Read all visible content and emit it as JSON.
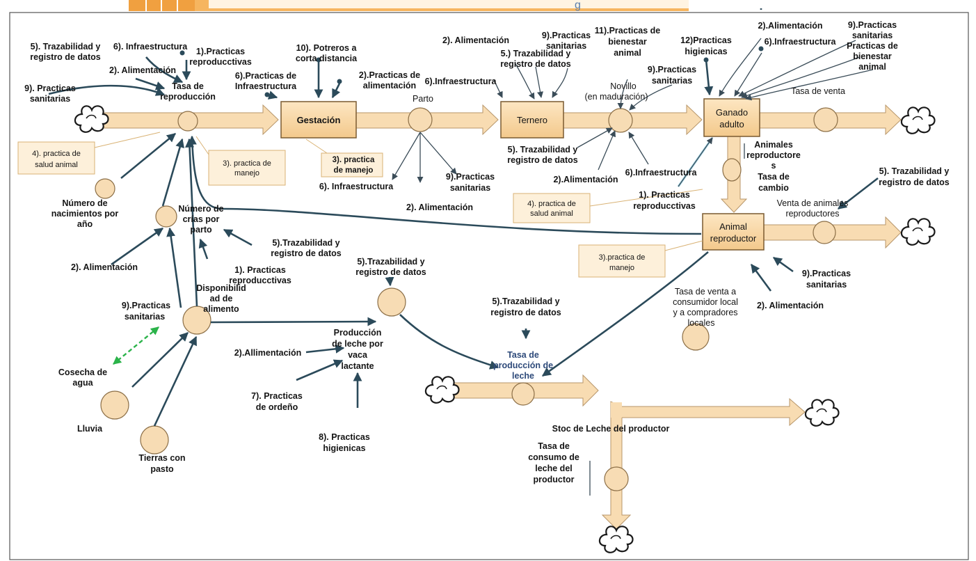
{
  "header": {
    "title": "g"
  },
  "stocks": {
    "gestacion": "Gestación",
    "ternero": "Ternero",
    "ganado_adulto": [
      "Ganado",
      "adulto"
    ],
    "animal_reproductor": [
      "Animal",
      "reproductor"
    ]
  },
  "flows": {
    "tasa_reproduccion": [
      "Tasa de",
      "reproducción"
    ],
    "parto": "Parto",
    "novillo": [
      "Novillo",
      "(en maduración)"
    ],
    "tasa_venta": "Tasa de venta",
    "animales_reproductores": [
      "Animales",
      "reproductore",
      "s",
      "Tasa de",
      "cambio"
    ],
    "venta_animales_reproductores": [
      "Venta de animales",
      "reproductores"
    ],
    "tasa_produccion_leche": [
      "Tasa de",
      "producción de",
      "leche"
    ],
    "tasa_venta_consumidor": [
      "Tasa de venta a",
      "consumidor local",
      "y a compradores",
      "locales"
    ],
    "stock_leche": "Stoc de Leche del productor",
    "tasa_consumo_leche": [
      "Tasa de",
      "consumo de",
      "leche del",
      "productor"
    ]
  },
  "variables": {
    "nacimientos": [
      "Número de",
      "nacimientos por",
      "año"
    ],
    "crias": [
      "Número de",
      "crías por",
      "parto"
    ],
    "disponibilidad": [
      "Disponibilid",
      "ad de",
      "alimento"
    ],
    "produccion_leche": [
      "Producción",
      "de leche por",
      "vaca",
      "lactante"
    ],
    "cosecha_agua": [
      "Cosecha de",
      "agua"
    ],
    "lluvia": "Lluvia",
    "tierras": [
      "Tierras con",
      "pasto"
    ]
  },
  "labels": {
    "l01": [
      "5). Trazabilidad y",
      "registro de datos"
    ],
    "l02": "6). Infraestructura",
    "l03": [
      "1).Practicas",
      "reproducctivas"
    ],
    "l04": "2). Alimentación",
    "l05": [
      "9). Practicas",
      "sanitarias"
    ],
    "l06": [
      "10). Potreros a",
      "corta distancia"
    ],
    "l07": [
      "6).Practicas de",
      "Infraestructura"
    ],
    "l08": [
      "2).Practicas de",
      "alimentación"
    ],
    "l09": "2). Alimentación",
    "l10": [
      "5.) Trazabilidad y",
      "registro de datos"
    ],
    "l11": [
      "9).Practicas",
      "sanitarias"
    ],
    "l12": "6).Infraestructura",
    "l13": [
      "11).Practicas de",
      "bienestar",
      "animal"
    ],
    "l14": [
      "12)Practicas",
      "higienicas"
    ],
    "l15": [
      "9).Practicas",
      "sanitarias"
    ],
    "l16": "2).Alimentación",
    "l17": "6).Infraestructura",
    "l18": [
      "9).Practicas",
      "sanitarias",
      "Practicas de",
      "bienestar",
      "animal"
    ],
    "l19": [
      "5). Trazabilidad y",
      "registro de datos"
    ],
    "l20": "2).Alimentación",
    "l21": "6).Infraestructura",
    "l22": [
      "1). Practicas",
      "reproducctivas"
    ],
    "l23": "6). Infraestructura",
    "l24": [
      "9).Practicas",
      "sanitarias"
    ],
    "l25": "2). Alimentación",
    "l26": [
      "5). Trazabilidad y",
      "registro de datos"
    ],
    "l27": "2). Alimentación",
    "l28": [
      "5).Trazabilidad y",
      "registro de datos"
    ],
    "l29": [
      "1). Practicas",
      "reproducctivas"
    ],
    "l30": [
      "5).Trazabilidad y",
      "registro de datos"
    ],
    "l31": [
      "9).Practicas",
      "sanitarias"
    ],
    "l32": [
      "9).Practicas",
      "sanitarias"
    ],
    "l33": "2). Alimentación",
    "l34": [
      "5).Trazabilidad y",
      "registro de datos"
    ],
    "l35": "2).Allimentación",
    "l36": [
      "7). Practicas",
      "de ordeño"
    ],
    "l37": [
      "8). Practicas",
      "higienicas"
    ]
  },
  "callouts": {
    "c1": [
      "4). practica de",
      "salud animal"
    ],
    "c2": [
      "3). practica de",
      "manejo"
    ],
    "c3": [
      "3). practica",
      "de manejo"
    ],
    "c4": [
      "4). practica de",
      "salud animal"
    ],
    "c5": [
      "3).practica de",
      "manejo"
    ]
  }
}
